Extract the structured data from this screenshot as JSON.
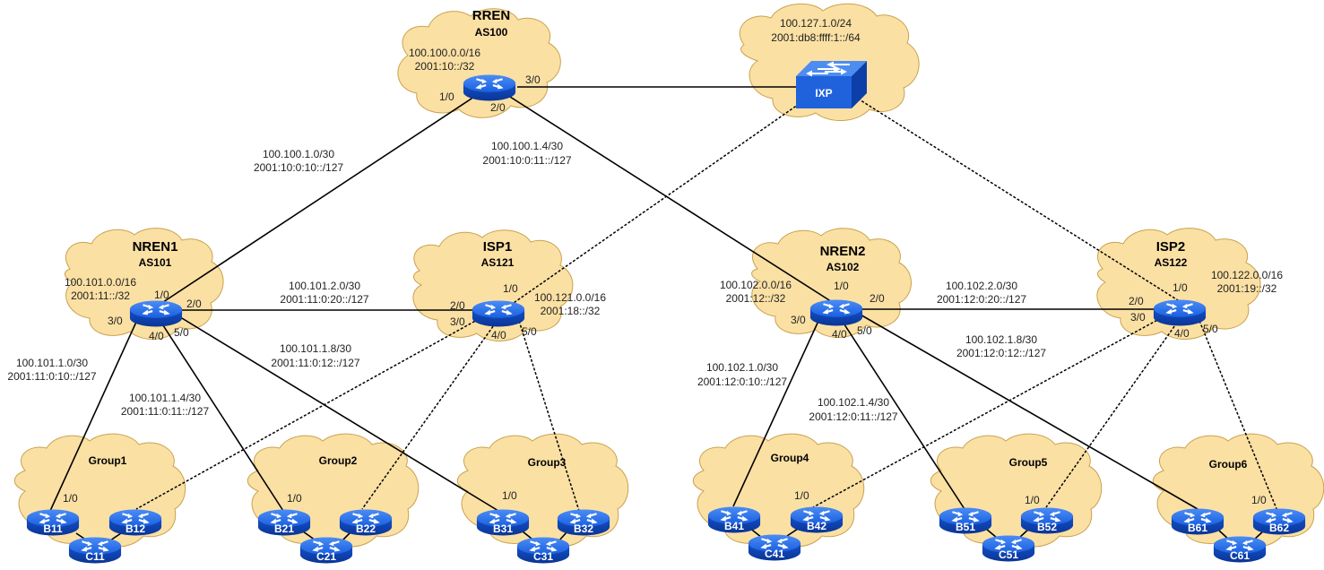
{
  "colors": {
    "cloud_fill": "#fbe0a4",
    "cloud_stroke": "#c9a24e",
    "router_blue": "#1a66e0",
    "router_dark": "#0b3ea8",
    "switch_blue": "#1f62dc",
    "link": "#000000"
  },
  "domains": {
    "rren": {
      "name": "RREN",
      "as": "AS100",
      "v4": "100.100.0.0/16",
      "v6": "2001:10::/32"
    },
    "ixp": {
      "name": "IXP",
      "v4": "100.127.1.0/24",
      "v6": "2001:db8:ffff:1::/64"
    },
    "nren1": {
      "name": "NREN1",
      "as": "AS101",
      "v4": "100.101.0.0/16",
      "v6": "2001:11::/32"
    },
    "isp1": {
      "name": "ISP1",
      "as": "AS121",
      "v4": "100.121.0.0/16",
      "v6": "2001:18::/32"
    },
    "nren2": {
      "name": "NREN2",
      "as": "AS102",
      "v4": "100.102.0.0/16",
      "v6": "2001:12::/32"
    },
    "isp2": {
      "name": "ISP2",
      "as": "AS122",
      "v4": "100.122.0.0/16",
      "v6": "2001:19::/32"
    }
  },
  "groups": [
    {
      "name": "Group1",
      "routers": [
        "B11",
        "B12",
        "C11"
      ]
    },
    {
      "name": "Group2",
      "routers": [
        "B21",
        "B22",
        "C21"
      ]
    },
    {
      "name": "Group3",
      "routers": [
        "B31",
        "B32",
        "C31"
      ]
    },
    {
      "name": "Group4",
      "routers": [
        "B41",
        "B42",
        "C41"
      ]
    },
    {
      "name": "Group5",
      "routers": [
        "B51",
        "B52",
        "C51"
      ]
    },
    {
      "name": "Group6",
      "routers": [
        "B61",
        "B62",
        "C61"
      ]
    }
  ],
  "links": {
    "rren_nren1": {
      "v4": "100.100.1.0/30",
      "v6": "2001:10:0:10::/127"
    },
    "rren_nren2": {
      "v4": "100.100.1.4/30",
      "v6": "2001:10:0:11::/127"
    },
    "nren1_isp1": {
      "v4": "100.101.2.0/30",
      "v6": "2001:11:0:20::/127"
    },
    "nren1_g1": {
      "v4": "100.101.1.0/30",
      "v6": "2001:11:0:10::/127"
    },
    "nren1_g2": {
      "v4": "100.101.1.4/30",
      "v6": "2001:11:0:11::/127"
    },
    "nren1_g3": {
      "v4": "100.101.1.8/30",
      "v6": "2001:11:0:12::/127"
    },
    "nren2_isp2": {
      "v4": "100.102.2.0/30",
      "v6": "2001:12:0:20::/127"
    },
    "nren2_g4": {
      "v4": "100.102.1.0/30",
      "v6": "2001:12:0:10::/127"
    },
    "nren2_g5": {
      "v4": "100.102.1.4/30",
      "v6": "2001:12:0:11::/127"
    },
    "nren2_g6": {
      "v4": "100.102.1.8/30",
      "v6": "2001:12:0:12::/127"
    }
  },
  "interfaces": {
    "i10": "1/0",
    "i20": "2/0",
    "i30": "3/0",
    "i40": "4/0",
    "i50": "5/0"
  }
}
